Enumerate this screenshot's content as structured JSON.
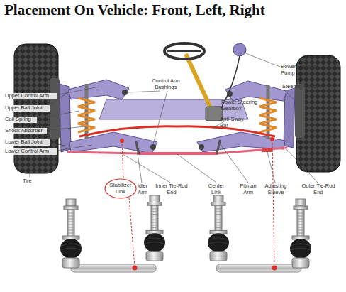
{
  "diagram": {
    "title": "Placement On Vehicle: Front, Left, Right",
    "nodes": [
      {
        "text": [
          "Stabilizer Link"
        ]
      }
    ],
    "labels": [
      "Upper Control Arm",
      "Upper Ball Joint",
      "Coil Spring",
      "Shock Absorber",
      "Lower Ball Joint",
      "Lower Control Arm",
      "Tire",
      "Control Arm Bushings",
      "Power Steering Gearbox",
      "Anti-Sway Bar",
      "Power Steering Pump",
      "Steering Knuckle",
      "Idler Arm",
      "Inner Tie-Rod End",
      "Center Link",
      "Pitman Arm",
      "Adjusting Sleeve",
      "Outer Tie-Rod End"
    ]
  }
}
